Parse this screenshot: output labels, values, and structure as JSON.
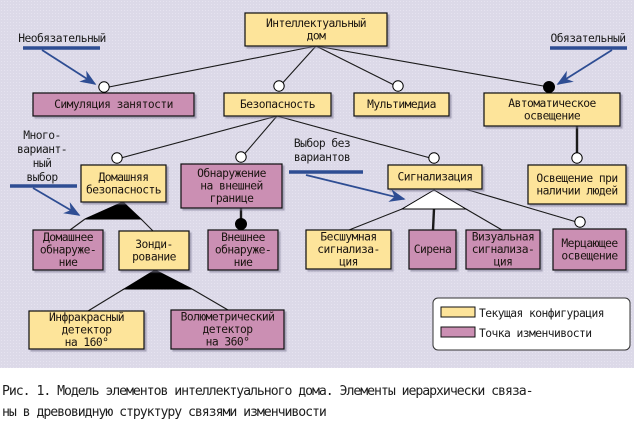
{
  "diagram": {
    "title": "Модель элементов интеллектуального дома",
    "colors": {
      "current_configuration": "#fde49a",
      "variability_point": "#cb8fb3",
      "annotation_arrow": "#2e4d93",
      "link": "#1a1a1a",
      "background": "#dcd9e8"
    },
    "nodes": [
      {
        "id": "smart-home",
        "lines": [
          "Интеллектуальный",
          "дом"
        ],
        "kind": "current_configuration"
      },
      {
        "id": "occupancy-simulation",
        "lines": [
          "Симуляция занятости"
        ],
        "kind": "variability_point"
      },
      {
        "id": "security",
        "lines": [
          "Безопасность"
        ],
        "kind": "current_configuration"
      },
      {
        "id": "multimedia",
        "lines": [
          "Мультимедиа"
        ],
        "kind": "current_configuration"
      },
      {
        "id": "automatic-lighting",
        "lines": [
          "Автоматическое",
          "освещение"
        ],
        "kind": "current_configuration"
      },
      {
        "id": "home-security",
        "lines": [
          "Домашняя",
          "безопасность"
        ],
        "kind": "current_configuration"
      },
      {
        "id": "perimeter-detection",
        "lines": [
          "Обнаружение",
          "на внешней",
          "границе"
        ],
        "kind": "variability_point"
      },
      {
        "id": "alarm",
        "lines": [
          "Сигнализация"
        ],
        "kind": "current_configuration"
      },
      {
        "id": "presence-lighting",
        "lines": [
          "Освещение при",
          "наличии людей"
        ],
        "kind": "current_configuration"
      },
      {
        "id": "home-detection",
        "lines": [
          "Домашнее",
          "обнаруже-",
          "ние"
        ],
        "kind": "variability_point"
      },
      {
        "id": "probing",
        "lines": [
          "Зонди-",
          "рование"
        ],
        "kind": "current_configuration"
      },
      {
        "id": "external-detection",
        "lines": [
          "Внешнее",
          "обнаруже-",
          "ние"
        ],
        "kind": "variability_point"
      },
      {
        "id": "silent-alarm",
        "lines": [
          "Бесшумная",
          "сигнализа-",
          "ция"
        ],
        "kind": "current_configuration"
      },
      {
        "id": "siren",
        "lines": [
          "Сирена"
        ],
        "kind": "variability_point"
      },
      {
        "id": "visual-alarm",
        "lines": [
          "Визуальная",
          "сигнализа-",
          "ция"
        ],
        "kind": "variability_point"
      },
      {
        "id": "flashing-lights",
        "lines": [
          "Мерцающее",
          "освещение"
        ],
        "kind": "variability_point"
      },
      {
        "id": "infrared-detector",
        "lines": [
          "Инфракрасный",
          "детектор",
          "на 160°"
        ],
        "kind": "current_configuration"
      },
      {
        "id": "volumetric-detector",
        "lines": [
          "Волюметрический",
          "детектор",
          "на 360°"
        ],
        "kind": "variability_point"
      }
    ],
    "edges": [
      {
        "from": "smart-home",
        "to": "occupancy-simulation",
        "type": "optional"
      },
      {
        "from": "smart-home",
        "to": "security",
        "type": "optional"
      },
      {
        "from": "smart-home",
        "to": "multimedia",
        "type": "optional"
      },
      {
        "from": "smart-home",
        "to": "automatic-lighting",
        "type": "mandatory"
      },
      {
        "from": "security",
        "to": "home-security",
        "type": "optional"
      },
      {
        "from": "security",
        "to": "perimeter-detection",
        "type": "optional"
      },
      {
        "from": "security",
        "to": "alarm",
        "type": "optional"
      },
      {
        "from": "automatic-lighting",
        "to": "presence-lighting",
        "type": "optional"
      },
      {
        "from": "perimeter-detection",
        "to": "external-detection",
        "type": "mandatory"
      },
      {
        "from": "alarm",
        "to": "flashing-lights",
        "type": "optional"
      }
    ],
    "groups": [
      {
        "parent": "home-security",
        "children": [
          "home-detection",
          "probing"
        ],
        "type": "multiple-choice"
      },
      {
        "parent": "probing",
        "children": [
          "infrared-detector",
          "volumetric-detector"
        ],
        "type": "multiple-choice"
      },
      {
        "parent": "alarm",
        "children": [
          "silent-alarm",
          "siren",
          "visual-alarm"
        ],
        "type": "single-choice"
      }
    ],
    "annotations": [
      {
        "id": "optional",
        "lines": [
          "Необязательный"
        ]
      },
      {
        "id": "mandatory",
        "lines": [
          "Обязательный"
        ]
      },
      {
        "id": "multiple-choice",
        "lines": [
          "Много-",
          "вариант-",
          "ный",
          "выбор"
        ]
      },
      {
        "id": "single-choice",
        "lines": [
          "Выбор без",
          "вариантов"
        ]
      }
    ],
    "legend": [
      {
        "kind": "current_configuration",
        "label": "Текущая конфигурация"
      },
      {
        "kind": "variability_point",
        "label": "Точка изменчивости"
      }
    ]
  },
  "caption": {
    "line1": "Рис. 1. Модель элементов интеллектуального дома. Элементы иерархически связа-",
    "line2": "ны в древовидную структуру связями изменчивости"
  }
}
